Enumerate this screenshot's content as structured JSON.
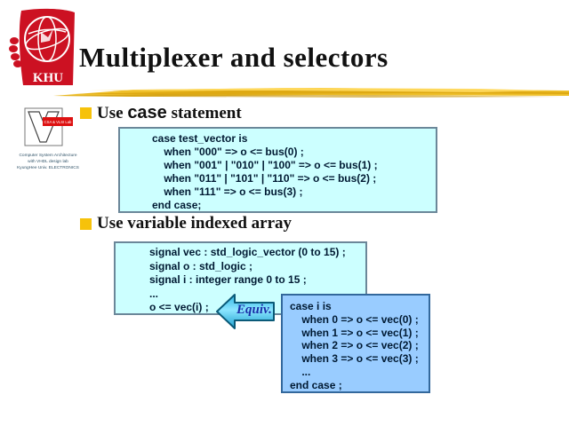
{
  "slide_title": "Multiplexer and selectors",
  "header": {
    "khu_label": "KHU"
  },
  "side_logo": {
    "badge": "CSA & VLSI Lab",
    "caption_lines": [
      "Computer System Architecture",
      "with VHDL design lab",
      "KyungHee Univ. ELECTRONICS"
    ]
  },
  "bullets": {
    "first": {
      "prefix": "Use ",
      "keyword": "case",
      "suffix": " statement"
    },
    "second": {
      "text": "Use variable indexed array"
    }
  },
  "code_boxes": {
    "case_statement": {
      "lines": [
        "case test_vector is",
        "    when \"000\" => o <= bus(0) ;",
        "    when \"001\" | \"010\" | \"100\" => o <= bus(1) ;",
        "    when \"011\" | \"101\" | \"110\" => o <= bus(2) ;",
        "    when \"111\" => o <= bus(3) ;",
        "end case;"
      ]
    },
    "indexed_array": {
      "lines": [
        "signal vec : std_logic_vector (0 to 15) ;",
        "signal o : std_logic ;",
        "signal i : integer range 0 to 15 ;",
        "...",
        "o <= vec(i) ;"
      ]
    },
    "case_i": {
      "lines": [
        "case i is",
        "    when 0 => o <= vec(0) ;",
        "    when 1 => o <= vec(1) ;",
        "    when 2 => o <= vec(2) ;",
        "    when 3 => o <= vec(3) ;",
        "    ...",
        "end case ;"
      ]
    }
  },
  "equiv_label": "Equiv.",
  "colors": {
    "code_box_light": "#ccffff",
    "code_box_blue": "#99ccff",
    "bullet_gold": "#f6c20a",
    "brush_gold": "#e8b422",
    "logo_red": "#cc1122",
    "arrow_fill": "#36c4ec",
    "code_text": "#001a33"
  }
}
